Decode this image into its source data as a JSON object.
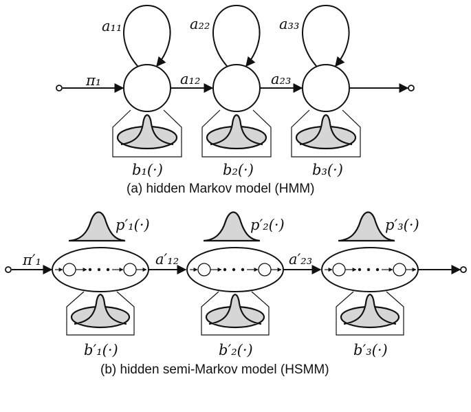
{
  "hmm": {
    "caption": "(a) hidden Markov model (HMM)",
    "initial_prob": "π₁",
    "transitions": [
      "a₁₂",
      "a₂₃"
    ],
    "self_loops": [
      "a₁₁",
      "a₂₂",
      "a₃₃"
    ],
    "emissions": [
      "b₁(·)",
      "b₂(·)",
      "b₃(·)"
    ]
  },
  "hsmm": {
    "caption": "(b) hidden semi-Markov model (HSMM)",
    "initial_prob": "π′₁",
    "transitions": [
      "a′₁₂",
      "a′₂₃"
    ],
    "durations": [
      "p′₁(·)",
      "p′₂(·)",
      "p′₃(·)"
    ],
    "emissions": [
      "b′₁(·)",
      "b′₂(·)",
      "b′₃(·)"
    ],
    "ellipsis": "•••"
  },
  "colors": {
    "ink": "#111111",
    "pdf_fill": "#d6d6d6",
    "background": "#ffffff"
  }
}
